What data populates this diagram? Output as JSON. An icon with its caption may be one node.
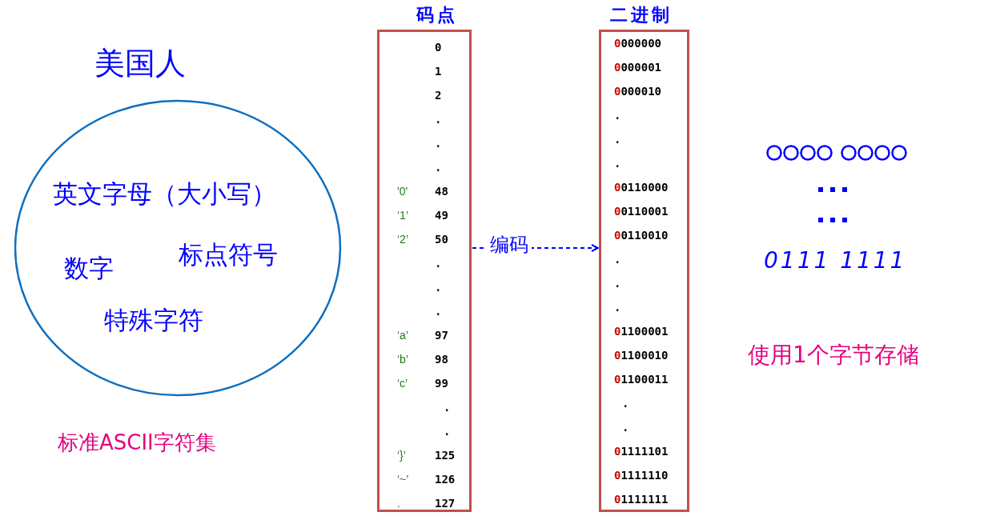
{
  "diagram": {
    "nodes": [
      {
        "text": [
          "美国人",
          "英文字母（大小写）",
          "数字",
          "标点符号",
          "特殊字符"
        ],
        "beside": [
          "标准ASCII字符集"
        ]
      },
      {
        "text": [
          "码点"
        ]
      },
      {
        "text": [
          "二进制"
        ]
      }
    ],
    "edges": [
      {
        "from": 1,
        "to": 2,
        "arrow": "to",
        "label": "编码",
        "style": "dashed"
      }
    ],
    "labels": [
      "0",
      "1",
      "2",
      ".",
      ".",
      ".",
      "'0'",
      "48",
      "‘1’",
      "49",
      "‘2’",
      "50",
      ".",
      ".",
      ".",
      "‘a’",
      "97",
      "‘b’",
      "98",
      "‘c’",
      "99",
      ".",
      ".",
      "‘}’",
      "125",
      "‘~’",
      "126",
      ".",
      "127",
      "0000000",
      "0000001",
      "0000010",
      ".",
      ".",
      ".",
      "00110000",
      "00110001",
      "00110010",
      ".",
      ".",
      ".",
      "01100001",
      "01100010",
      "01100011",
      ".",
      ".",
      "01111101",
      "01111110",
      "01111111",
      "0111 1111",
      "使用1个字节存储"
    ]
  }
}
